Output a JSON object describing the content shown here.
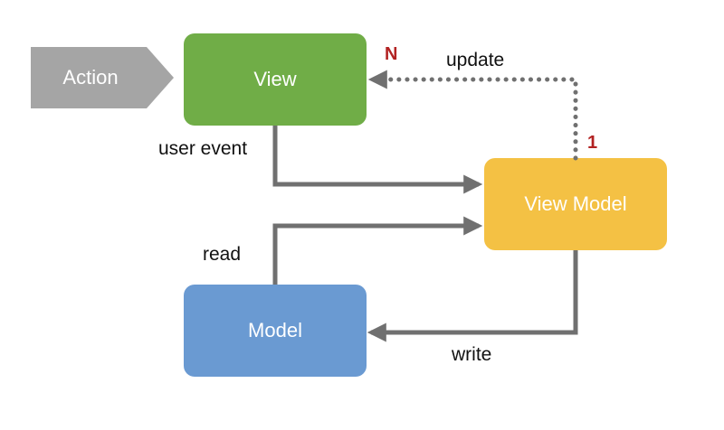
{
  "colors": {
    "action": "#a5a5a5",
    "view": "#70ad47",
    "view_model": "#f4c144",
    "model": "#6a9ad2",
    "arrow": "#707070",
    "multiplicity": "#b22222"
  },
  "nodes": {
    "action": "Action",
    "view": "View",
    "view_model": "View Model",
    "model": "Model"
  },
  "edges": {
    "user_event": "user event",
    "update": "update",
    "read": "read",
    "write": "write"
  },
  "multiplicity": {
    "view_side": "N",
    "view_model_side": "1"
  }
}
